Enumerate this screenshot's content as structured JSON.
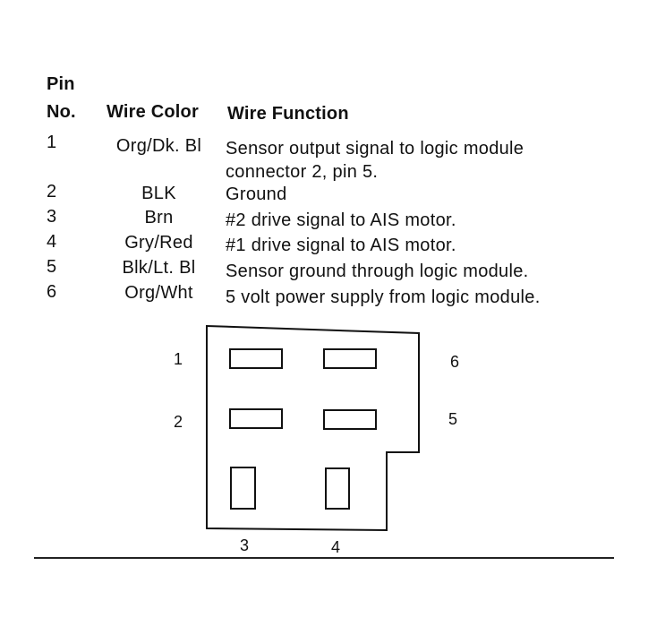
{
  "table": {
    "header": {
      "pin_line1": "Pin",
      "pin_line2": "No.",
      "color": "Wire Color",
      "function": "Wire Function"
    },
    "rows": [
      {
        "pin": "1",
        "color": "Org/Dk. Bl",
        "function": "Sensor output signal to logic module",
        "function_cont": "connector 2, pin 5."
      },
      {
        "pin": "2",
        "color": "BLK",
        "function": "Ground"
      },
      {
        "pin": "3",
        "color": "Brn",
        "function": "#2 drive signal to AIS motor."
      },
      {
        "pin": "4",
        "color": "Gry/Red",
        "function": "#1 drive signal to AIS motor."
      },
      {
        "pin": "5",
        "color": "Blk/Lt. Bl",
        "function": "Sensor ground through logic module."
      },
      {
        "pin": "6",
        "color": "Org/Wht",
        "function": "5 volt power supply from logic module."
      }
    ]
  },
  "connector": {
    "labels": {
      "p1": "1",
      "p2": "2",
      "p3": "3",
      "p4": "4",
      "p5": "5",
      "p6": "6"
    }
  }
}
